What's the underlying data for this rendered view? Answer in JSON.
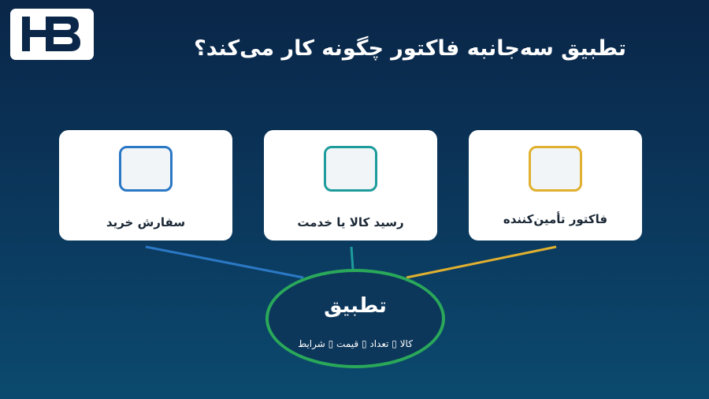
{
  "logo": {
    "text": "HB"
  },
  "title": "تطبیق سه‌جانبه فاکتور چگونه کار می‌کند؟",
  "cards": [
    {
      "label": "سفارش خرید",
      "accent": "#2b78c5",
      "line_color": "#2b78c5"
    },
    {
      "label": "رسید کالا یا خدمت",
      "accent": "#1e9c9c",
      "line_color": "#1e9c9c"
    },
    {
      "label": "فاکتور تأمین‌کننده",
      "accent": "#e0b030",
      "line_color": "#e0b030"
    }
  ],
  "hub": {
    "title": "تطبیق",
    "subtitle": "کالا ▯ تعداد ▯ قیمت ▯ شرایط",
    "border_color": "#2aa85a"
  }
}
